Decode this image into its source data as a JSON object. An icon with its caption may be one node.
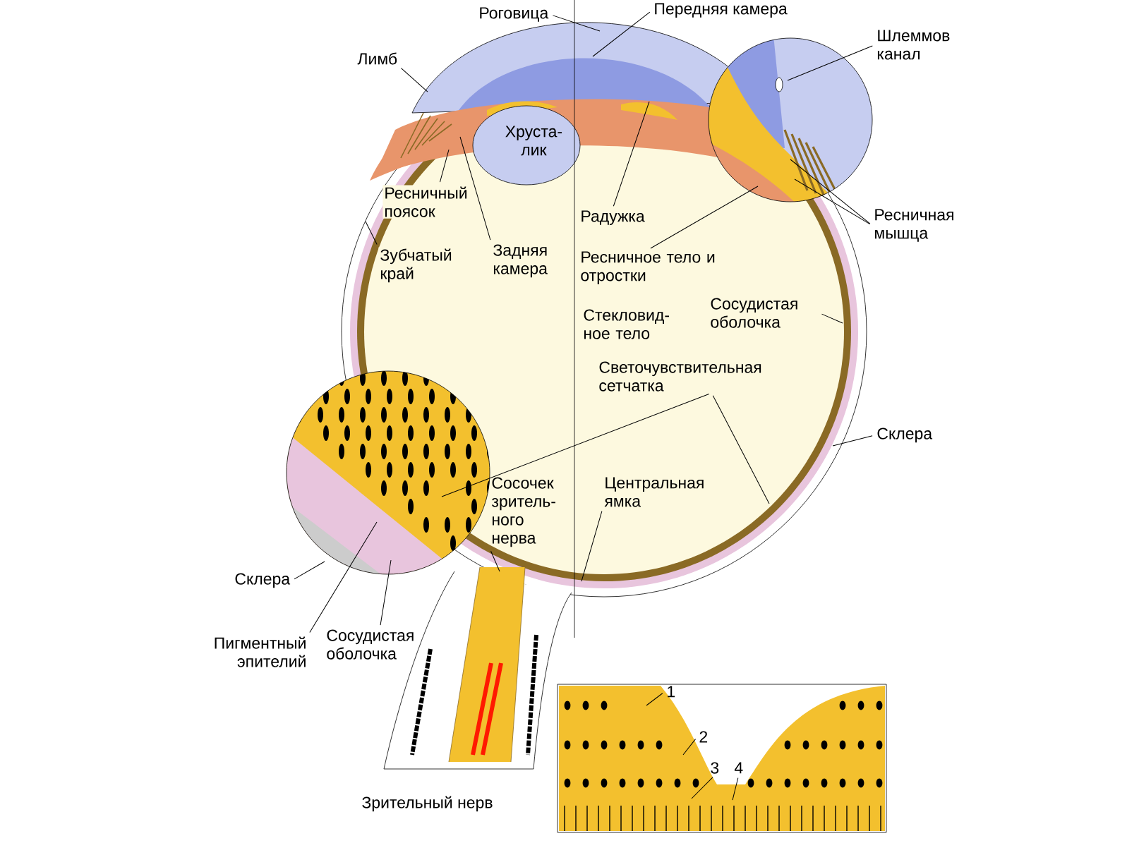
{
  "diagram": {
    "nodes": [
      {
        "text": [
          "Роговица"
        ]
      },
      {
        "text": [
          "Передняя камера"
        ]
      },
      {
        "text": [
          "Лимб"
        ]
      },
      {
        "text": [
          "Шлеммов канал"
        ]
      },
      {
        "text": [
          "Ресничный поясок"
        ]
      },
      {
        "text": [
          "Задняя камера"
        ]
      },
      {
        "text": [
          "Радужка"
        ]
      },
      {
        "text": [
          "Ресничное тело и отростки"
        ]
      },
      {
        "text": [
          "Ресничная мышца"
        ]
      },
      {
        "text": [
          "Зубчатый край"
        ]
      },
      {
        "text": [
          "Сосудистая оболочка"
        ]
      },
      {
        "text": [
          "Светочувствительная сетчатка"
        ]
      },
      {
        "text": [
          "Склера"
        ]
      },
      {
        "text": [
          "Сосочек зритель-ного нерва"
        ]
      },
      {
        "text": [
          "Центральная ямка"
        ]
      },
      {
        "text": [
          "Склера"
        ]
      },
      {
        "text": [
          "Пигментный эпителий"
        ]
      },
      {
        "text": [
          "Сосудистая оболочка"
        ]
      },
      {
        "text": [
          "1"
        ]
      },
      {
        "text": [
          "2"
        ]
      },
      {
        "text": [
          "3"
        ]
      },
      {
        "text": [
          "4"
        ]
      }
    ],
    "edges": [
      {
        "from": 0,
        "to": null,
        "arrow": "none"
      },
      {
        "from": 1,
        "to": null,
        "arrow": "none"
      },
      {
        "from": 2,
        "to": null,
        "arrow": "none"
      },
      {
        "from": 3,
        "to": null,
        "arrow": "none"
      },
      {
        "from": 4,
        "to": null,
        "arrow": "none"
      },
      {
        "from": 5,
        "to": null,
        "arrow": "none"
      },
      {
        "from": 6,
        "to": null,
        "arrow": "none"
      },
      {
        "from": 7,
        "to": null,
        "arrow": "none"
      },
      {
        "from": 8,
        "to": null,
        "arrow": "none"
      },
      {
        "from": 8,
        "to": null,
        "arrow": "none"
      },
      {
        "from": 9,
        "to": null,
        "arrow": "none"
      },
      {
        "from": 10,
        "to": null,
        "arrow": "none"
      },
      {
        "from": 11,
        "to": null,
        "arrow": "none"
      },
      {
        "from": 11,
        "to": null,
        "arrow": "none"
      },
      {
        "from": 12,
        "to": null,
        "arrow": "none"
      },
      {
        "from": 13,
        "to": null,
        "arrow": "none"
      },
      {
        "from": 14,
        "to": null,
        "arrow": "none"
      },
      {
        "from": 15,
        "to": null,
        "arrow": "none"
      },
      {
        "from": 16,
        "to": null,
        "arrow": "none"
      },
      {
        "from": 17,
        "to": null,
        "arrow": "none"
      },
      {
        "from": 18,
        "to": null,
        "arrow": "none"
      },
      {
        "from": 19,
        "to": null,
        "arrow": "none"
      },
      {
        "from": 20,
        "to": null,
        "arrow": "none"
      },
      {
        "from": 21,
        "to": null,
        "arrow": "none"
      }
    ],
    "labels": [
      "Хруста-лик",
      "Стекловид-ное тело",
      "Зрительный нерв"
    ]
  }
}
